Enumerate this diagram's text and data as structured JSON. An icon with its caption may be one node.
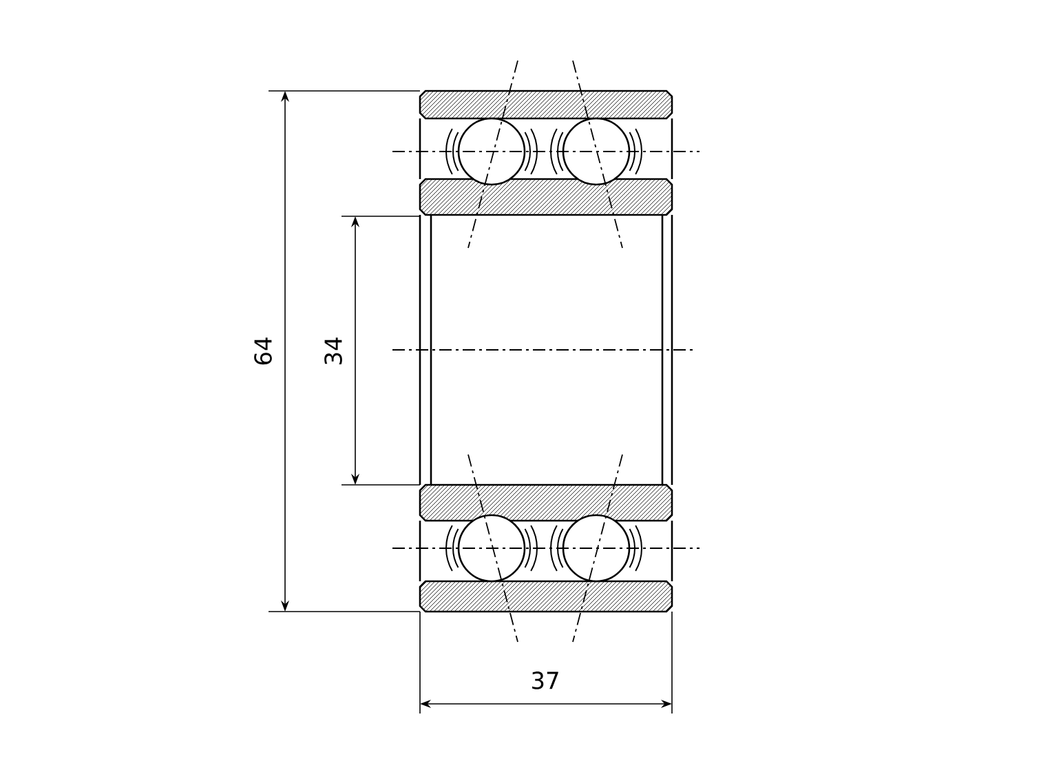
{
  "diagram": {
    "labels": [
      "64",
      "34",
      "37"
    ]
  }
}
